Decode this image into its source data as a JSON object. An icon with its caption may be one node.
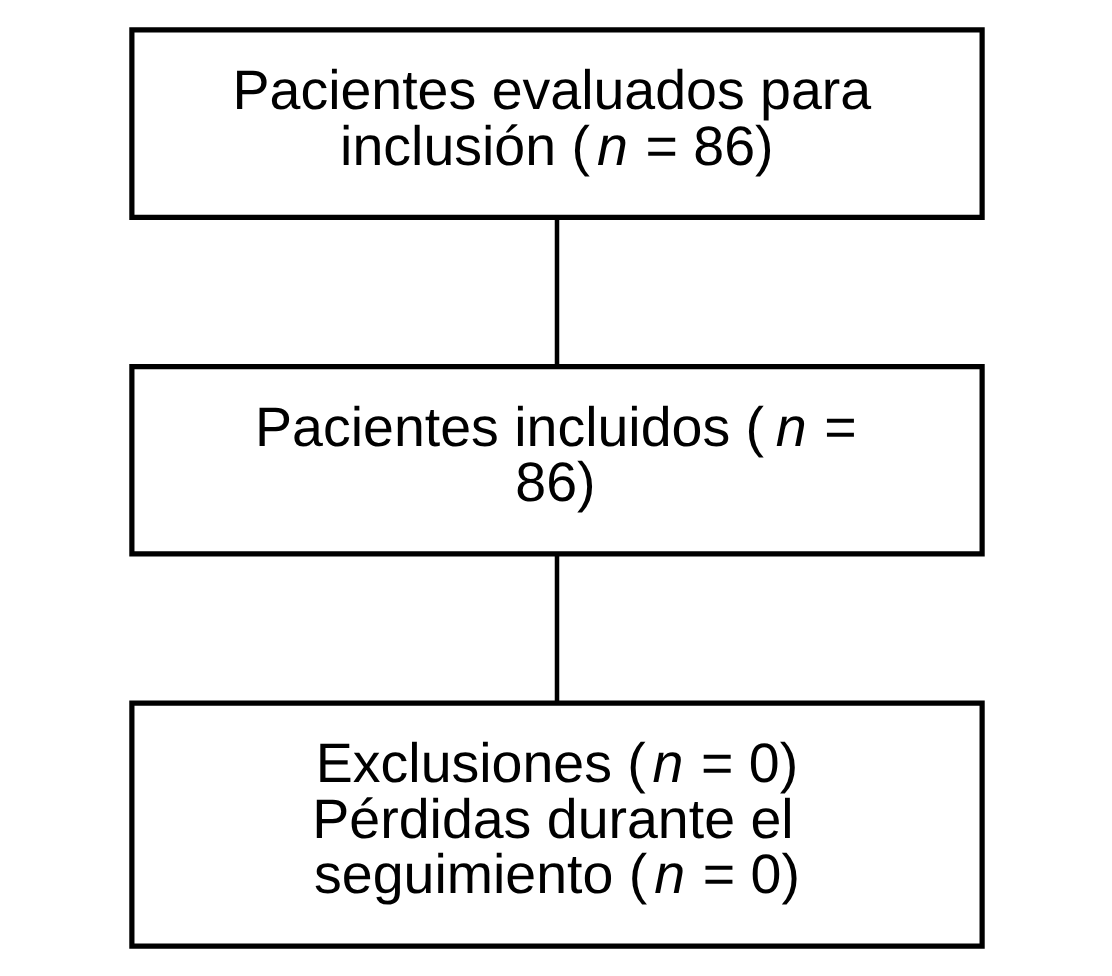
{
  "diagram": {
    "nodes": [
      {
        "text": [
          "Pacientes evaluados para inclusión (*n* = 86)"
        ]
      },
      {
        "text": [
          "Pacientes incluidos (*n* = 86)"
        ]
      },
      {
        "text": [
          "Exclusiones (*n* = 0) Pérdidas durante el seguimiento (*n* = 0)"
        ]
      }
    ],
    "edges": [
      {
        "from": 0,
        "to": 1,
        "arrow": "none"
      },
      {
        "from": 1,
        "to": 2,
        "arrow": "none"
      }
    ]
  }
}
